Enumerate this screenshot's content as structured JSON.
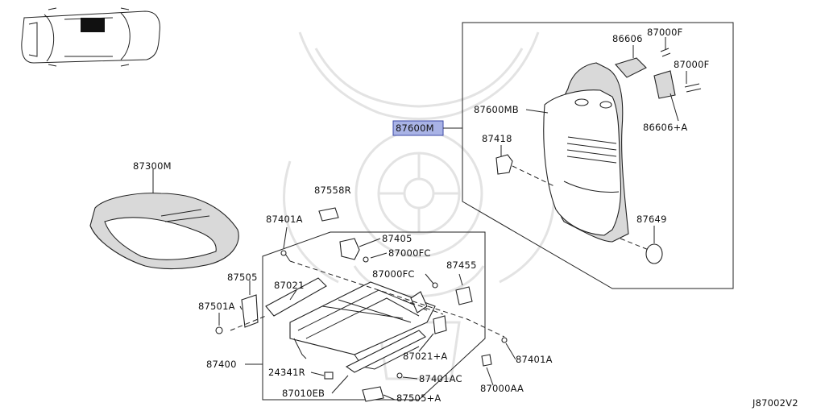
{
  "diagram_code": "J87002V2",
  "highlighted_label": "87600M",
  "labels": {
    "p86606": "86606",
    "p87000F_a": "87000F",
    "p87000F_b": "87000F",
    "p87600MB": "87600MB",
    "p86606A": "86606+A",
    "p87418": "87418",
    "p87649": "87649",
    "p87300M": "87300M",
    "p87558R": "87558R",
    "p87401A_a": "87401A",
    "p87405": "87405",
    "p87000FC_a": "87000FC",
    "p87000FC_b": "87000FC",
    "p87455": "87455",
    "p87505": "87505",
    "p87021": "87021",
    "p87501A": "87501A",
    "p87400": "87400",
    "p87021A": "87021+A",
    "p87401A_b": "87401A",
    "p24341R": "24341R",
    "p87401AC": "87401AC",
    "p87000AA": "87000AA",
    "p87010EB": "87010EB",
    "p87505A": "87505+A"
  },
  "colors": {
    "highlight_fill": "#a9b3e6",
    "highlight_stroke": "#3c49a6",
    "watermark": "#e3e3e3",
    "ink": "#222222"
  }
}
